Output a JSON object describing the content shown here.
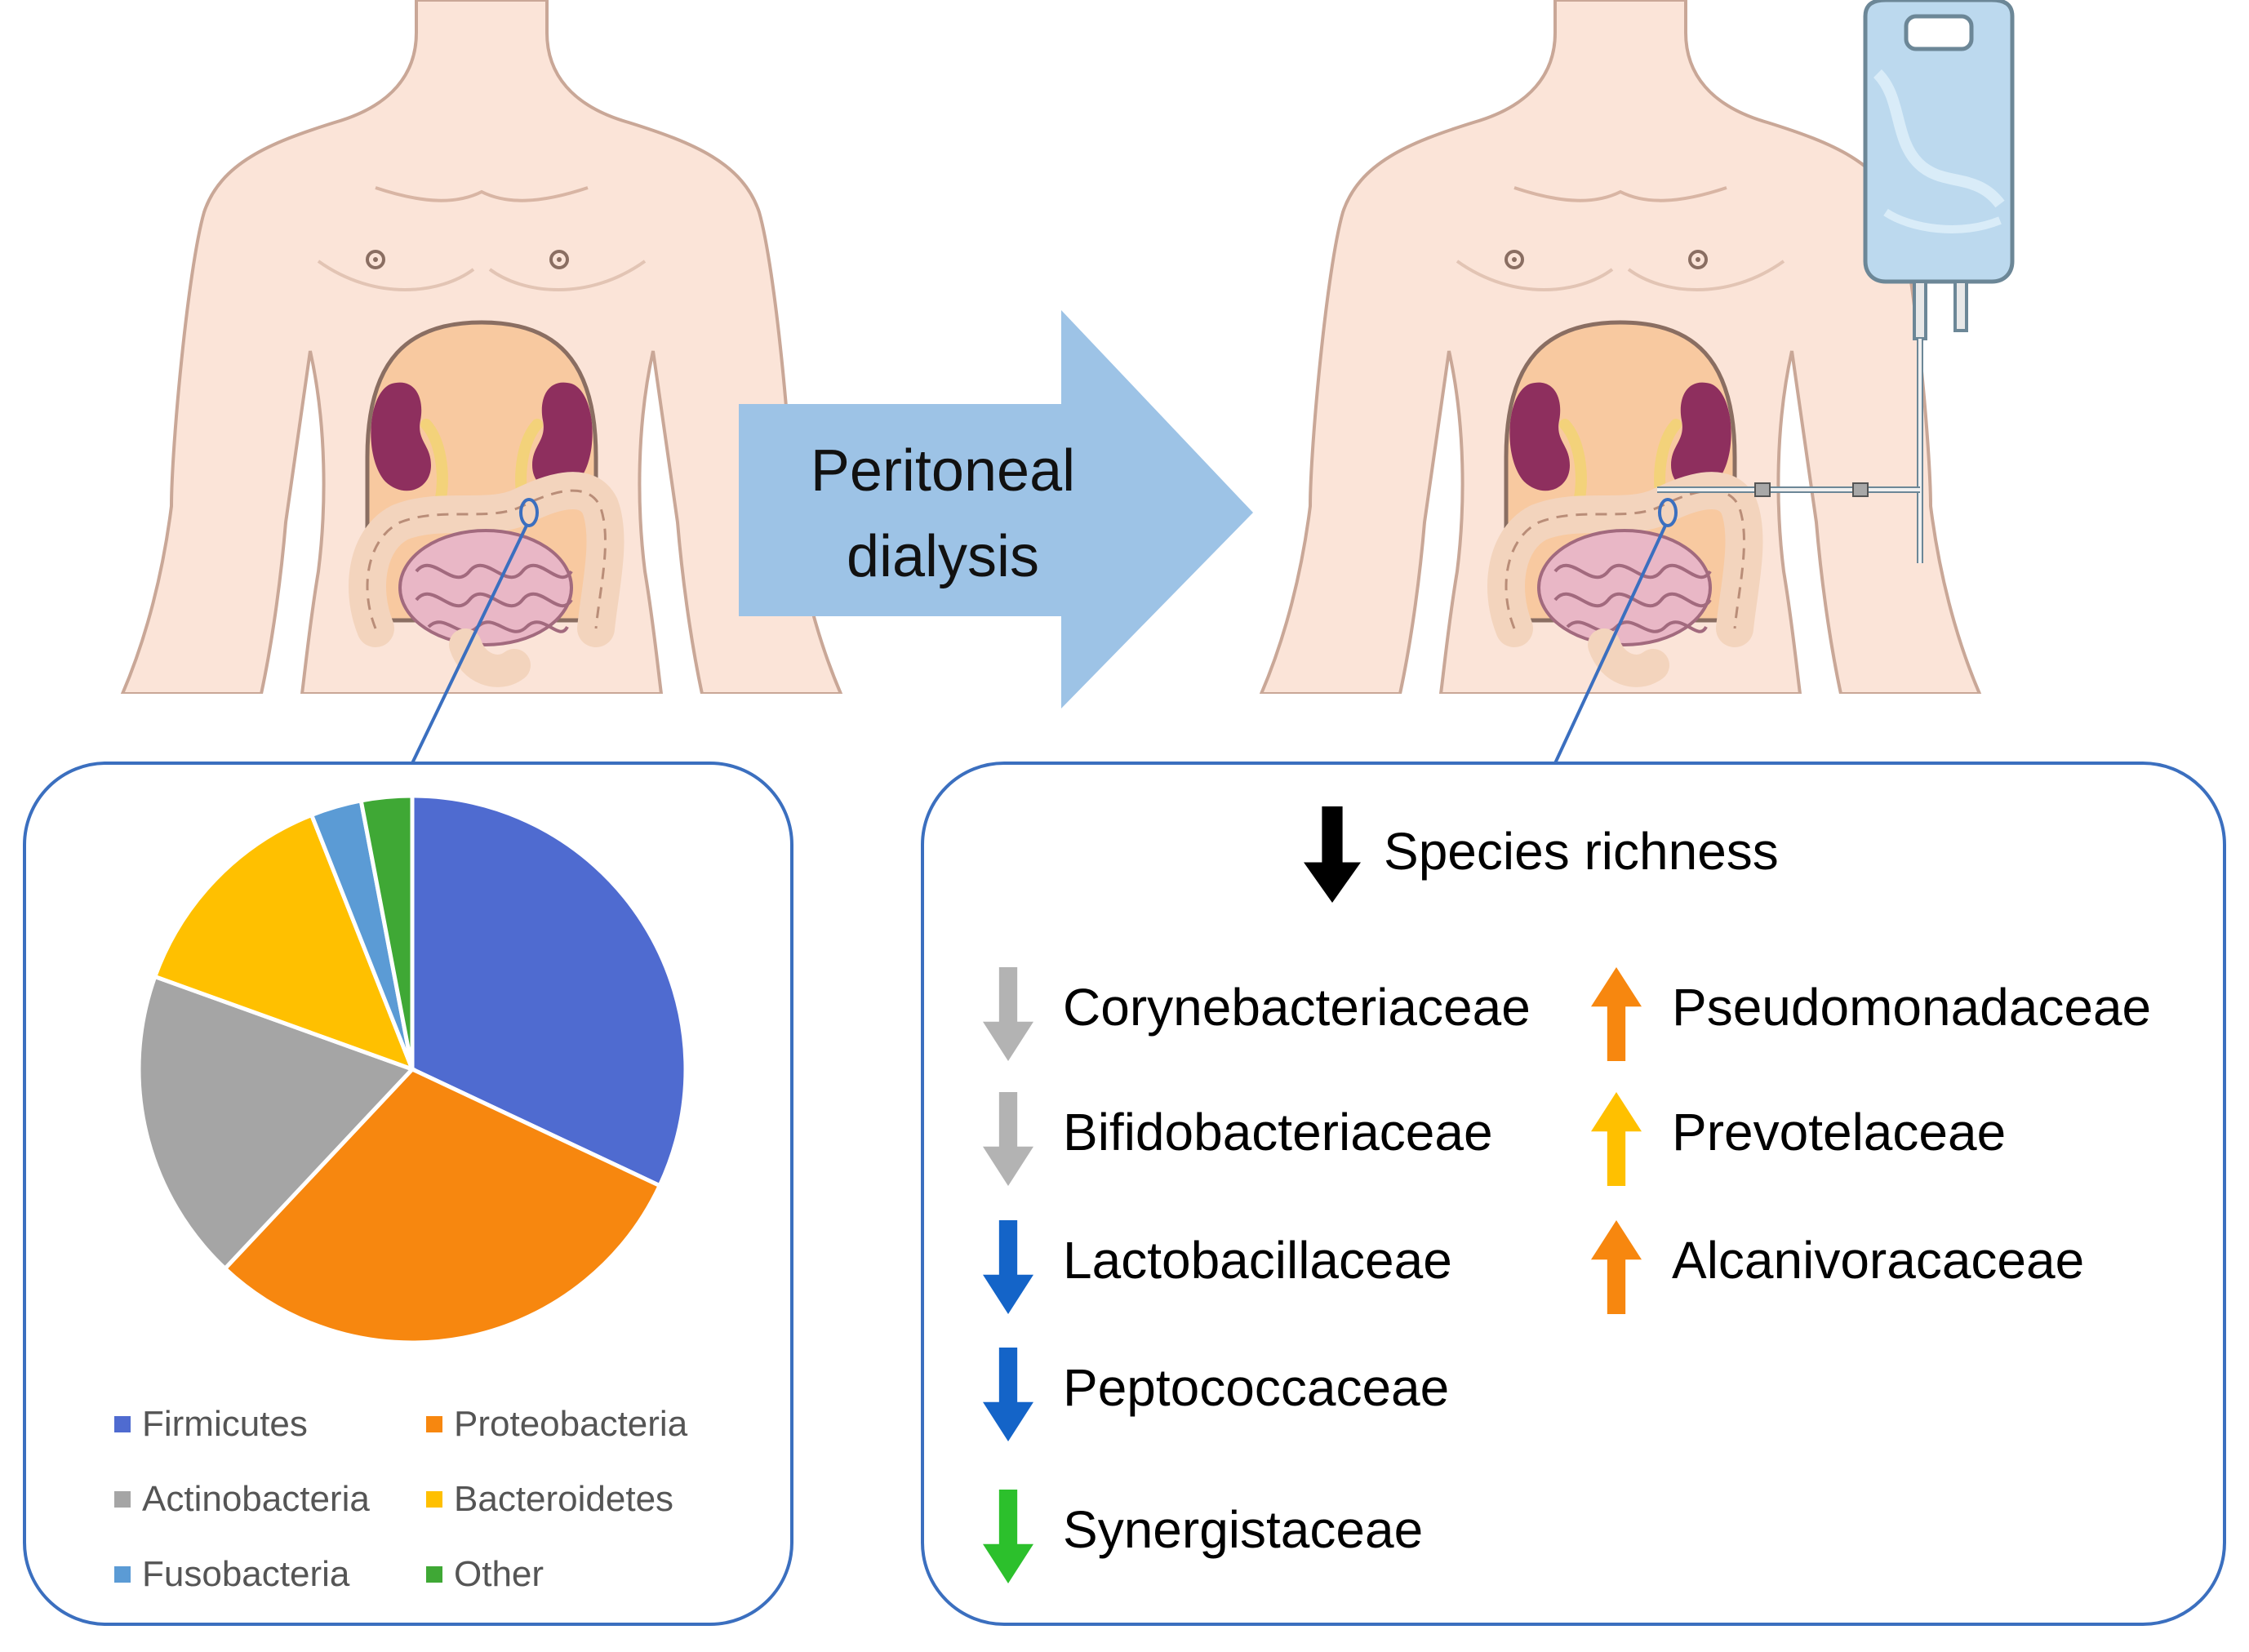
{
  "arrow": {
    "line1": "Peritoneal",
    "line2": "dialysis",
    "color": "#9DC3E6"
  },
  "chart_data": {
    "type": "pie",
    "categories": [
      "Firmicutes",
      "Proteobacteria",
      "Actinobacteria",
      "Bacteroidetes",
      "Fusobacteria",
      "Other"
    ],
    "values": [
      32,
      30,
      18.5,
      13.5,
      3,
      3
    ],
    "colors": [
      "#4F6BD0",
      "#F7870F",
      "#A5A5A5",
      "#FFC000",
      "#5B9BD5",
      "#3FA835"
    ],
    "legend_placement": "bottom"
  },
  "changes": {
    "overall": {
      "label": "Species richness",
      "direction": "down",
      "color": "#000000"
    },
    "items": [
      {
        "label": "Corynebacteriaceae",
        "direction": "down",
        "color": "#B3B3B3"
      },
      {
        "label": "Bifidobacteriaceae",
        "direction": "down",
        "color": "#B3B3B3"
      },
      {
        "label": "Lactobacillaceae",
        "direction": "down",
        "color": "#1464C8"
      },
      {
        "label": "Peptococcaceae",
        "direction": "down",
        "color": "#1464C8"
      },
      {
        "label": "Synergistaceae",
        "direction": "down",
        "color": "#2CC02C"
      },
      {
        "label": "Pseudomonadaceae",
        "direction": "up",
        "color": "#F7870F"
      },
      {
        "label": "Prevotelaceae",
        "direction": "up",
        "color": "#FFC000"
      },
      {
        "label": "Alcanivoracaceae",
        "direction": "up",
        "color": "#F7870F"
      }
    ]
  },
  "colors": {
    "skin": "#FBE4D8",
    "skin_outline": "#C9A797",
    "panel_border": "#3B6FBF",
    "kidney": "#8E2F5E",
    "abdomen": "#F8C9A0",
    "intestine": "#E9B7C6",
    "colon": "#F3D4BD",
    "bag": "#BCD9EE"
  },
  "icons": {
    "torso_left": "human-torso-icon",
    "torso_right": "human-torso-icon",
    "dialysis_bag": "dialysis-bag-icon"
  }
}
